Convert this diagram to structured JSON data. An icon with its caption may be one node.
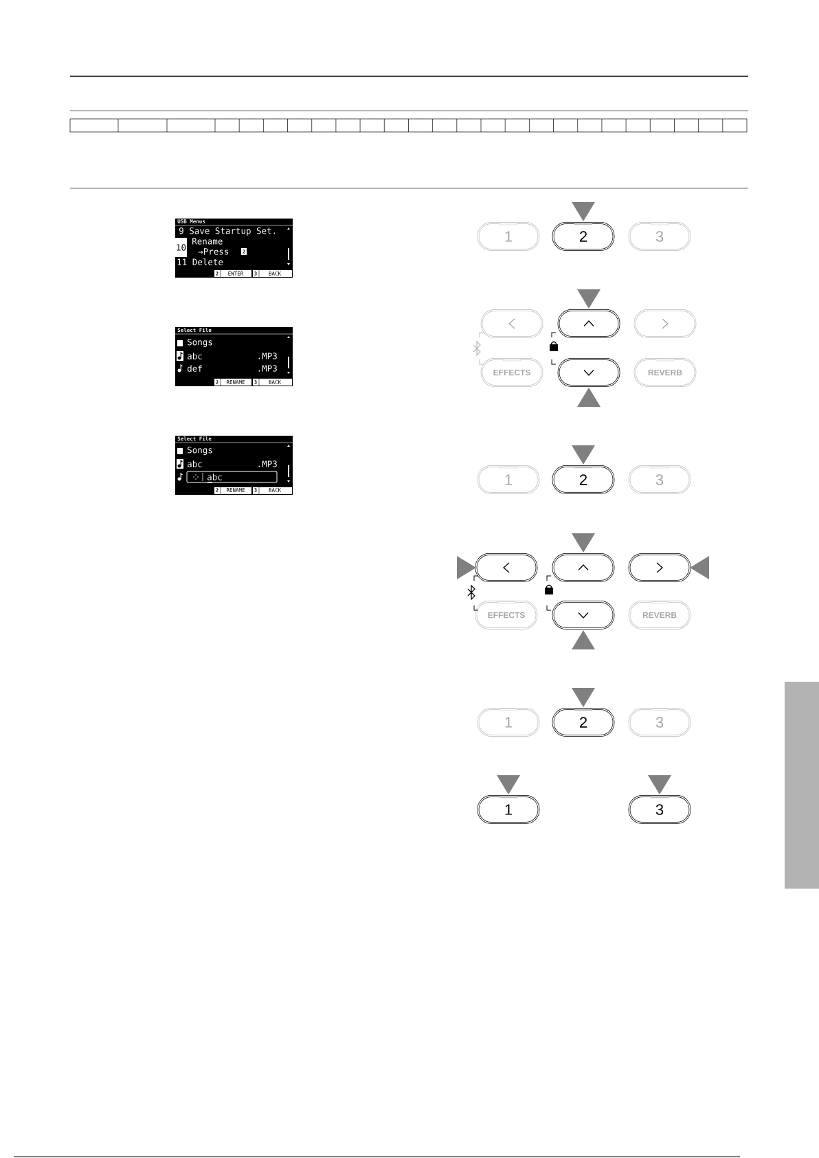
{
  "diagram": {
    "nodes": [
      {
        "text": [
          "USB Menus",
          "9 Save Startup Set.",
          "10",
          "Rename",
          "→Press",
          "2",
          "11 Delete",
          "2",
          "ENTER",
          "3",
          "BACK"
        ]
      },
      {
        "text": [
          "1"
        ]
      },
      {
        "text": [
          "2"
        ]
      },
      {
        "text": [
          "3"
        ]
      },
      {
        "text": [
          "Select File",
          "Songs",
          "abc",
          ".MP3",
          "def",
          ".MP3",
          "2",
          "RENAME",
          "3",
          "BACK"
        ]
      },
      {
        "text": [],
        "shape": "box"
      },
      {
        "text": [],
        "shape": "box"
      },
      {
        "text": [],
        "shape": "box"
      },
      {
        "text": [
          "EFFECTS"
        ]
      },
      {
        "text": [],
        "shape": "box"
      },
      {
        "text": [
          "REVERB"
        ]
      },
      {
        "text": [
          "Select File",
          "Songs",
          "abc",
          ".MP3",
          "abc",
          "2",
          "RENAME",
          "3",
          "BACK"
        ]
      },
      {
        "text": [
          "1"
        ]
      },
      {
        "text": [
          "2"
        ]
      },
      {
        "text": [
          "3"
        ]
      },
      {
        "text": [],
        "shape": "box"
      },
      {
        "text": [],
        "shape": "box"
      },
      {
        "text": [],
        "shape": "box"
      },
      {
        "text": [
          "EFFECTS"
        ]
      },
      {
        "text": [],
        "shape": "box"
      },
      {
        "text": [
          "REVERB"
        ]
      },
      {
        "text": [
          "1"
        ]
      },
      {
        "text": [
          "2"
        ]
      },
      {
        "text": [
          "3"
        ]
      },
      {
        "text": [
          "1"
        ]
      },
      {
        "text": [
          "3"
        ]
      },
      {
        "text": [],
        "shape": "bar"
      }
    ]
  }
}
